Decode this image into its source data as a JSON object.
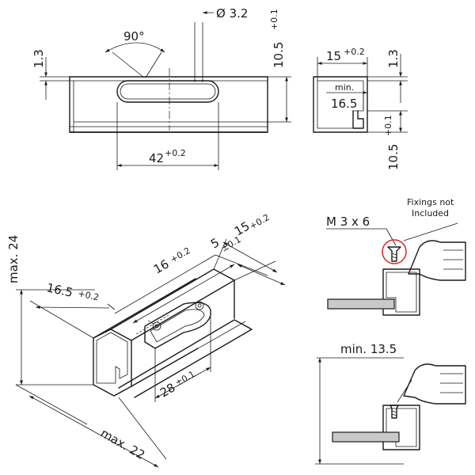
{
  "top_view": {
    "dim_hole": "Ø 3.2",
    "dim_angle": "90°",
    "dim_left_height": "1.3",
    "dim_right_height": "10.5",
    "dim_right_height_tol": "+0.1",
    "dim_length": "42",
    "dim_length_tol": "+0.2"
  },
  "section_view": {
    "dim_width": "15",
    "dim_width_tol": "+0.2",
    "dim_top_height": "1.3",
    "dim_min_label": "min.",
    "dim_inner": "16.5",
    "dim_height": "10.5",
    "dim_height_tol": "+0.1"
  },
  "iso_view": {
    "dim_max_height": "max. 24",
    "dim_depth": "16.5",
    "dim_depth_tol": "+0.2",
    "dim_slot_pos": "16",
    "dim_slot_pos_tol": "+0.2",
    "dim_width": "15",
    "dim_width_tol": "+0.2",
    "dim_offset": "5",
    "dim_offset_tol": "±0.1",
    "dim_slot_len": "28",
    "dim_slot_len_tol": "±0.1",
    "dim_max_width": "max. 22"
  },
  "install_top": {
    "screw_label": "M 3 x 6",
    "note_line1": "Fixings not",
    "note_line2": "Included"
  },
  "install_bottom": {
    "dim_min": "min. 13.5"
  }
}
